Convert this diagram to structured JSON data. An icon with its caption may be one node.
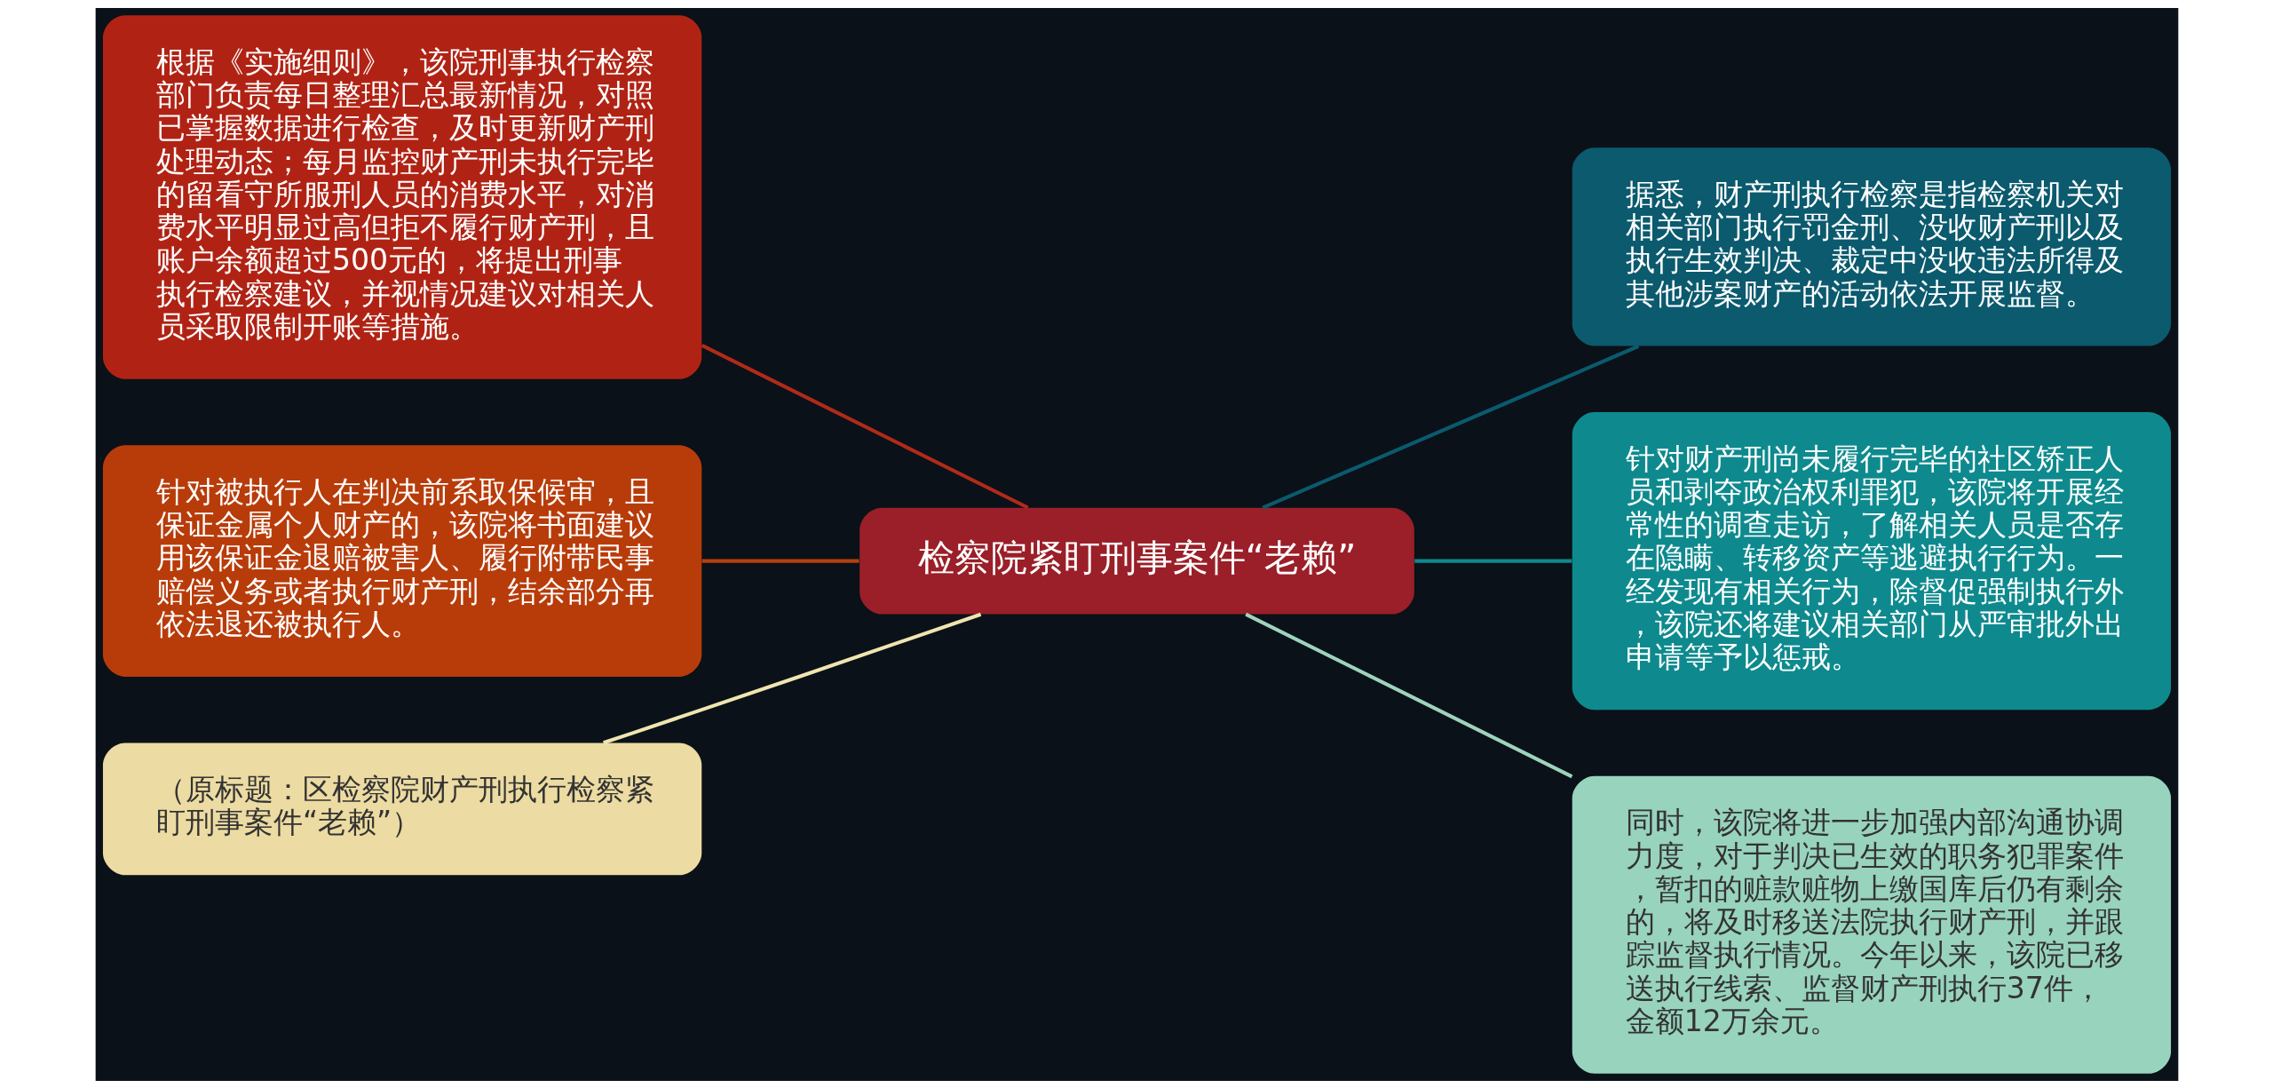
{
  "diagram": {
    "nodes": [
      {
        "text": [
          "检察院紧盯刑事案件“老赖”"
        ]
      },
      {
        "text": [
          "根据《实施细则》，该院刑事执行检察部门负责每日整理汇总最新情况，对照已掌握数据进行检查，及时更新财产刑处理动态；每月监控财产刑未执行完毕的留看守所服刑人员的消费水平，对消费水平明显过高但拒不履行财产刑，且账户余额超过500元的，将提出刑事执行检察建议，并视情况建议对相关人员采取限制开账等措施。"
        ]
      },
      {
        "text": [
          "针对被执行人在判决前系取保候审，且保证金属个人财产的，该院将书面建议用该保证金退赔被害人、履行附带民事赔偿义务或者执行财产刑，结余部分再依法退还被执行人。"
        ]
      },
      {
        "text": [
          "（原标题：区检察院财产刑执行检察紧盯刑事案件“老赖”）"
        ]
      },
      {
        "text": [
          "据悉，财产刑执行检察是指检察机关对相关部门执行罚金刑、没收财产刑以及执行生效判决、裁定中没收违法所得及其他涉案财产的活动依法开展监督。"
        ]
      },
      {
        "text": [
          "针对财产刑尚未履行完毕的社区矫正人员和剥夺政治权利罪犯，该院将开展经常性的调查走访，了解相关人员是否存在隐瞒、转移资产等逃避执行行为。一经发现有相关行为，除督促强制执行外，该院还将建议相关部门从严审批外出申请等予以惩戒。"
        ]
      },
      {
        "text": [
          "同时，该院将进一步加强内部沟通协调力度，对于判决已生效的职务犯罪案件，暂扣的赃款赃物上缴国库后仍有剩余的，将及时移送法院执行财产刑，并跟踪监督执行情况。今年以来，该院已移送执行线索、监督财产刑执行37件，金额12万余元。"
        ]
      }
    ],
    "edges": [
      {
        "from": 0,
        "to": 1,
        "arrow": "none",
        "color": "#b02a1a"
      },
      {
        "from": 0,
        "to": 2,
        "arrow": "none",
        "color": "#b5400e"
      },
      {
        "from": 0,
        "to": 3,
        "arrow": "none",
        "color": "#f0e4b0"
      },
      {
        "from": 0,
        "to": 4,
        "arrow": "none",
        "color": "#0b5a6e"
      },
      {
        "from": 0,
        "to": 5,
        "arrow": "none",
        "color": "#0e8a8e"
      },
      {
        "from": 0,
        "to": 6,
        "arrow": "none",
        "color": "#9ed3bd"
      }
    ]
  }
}
